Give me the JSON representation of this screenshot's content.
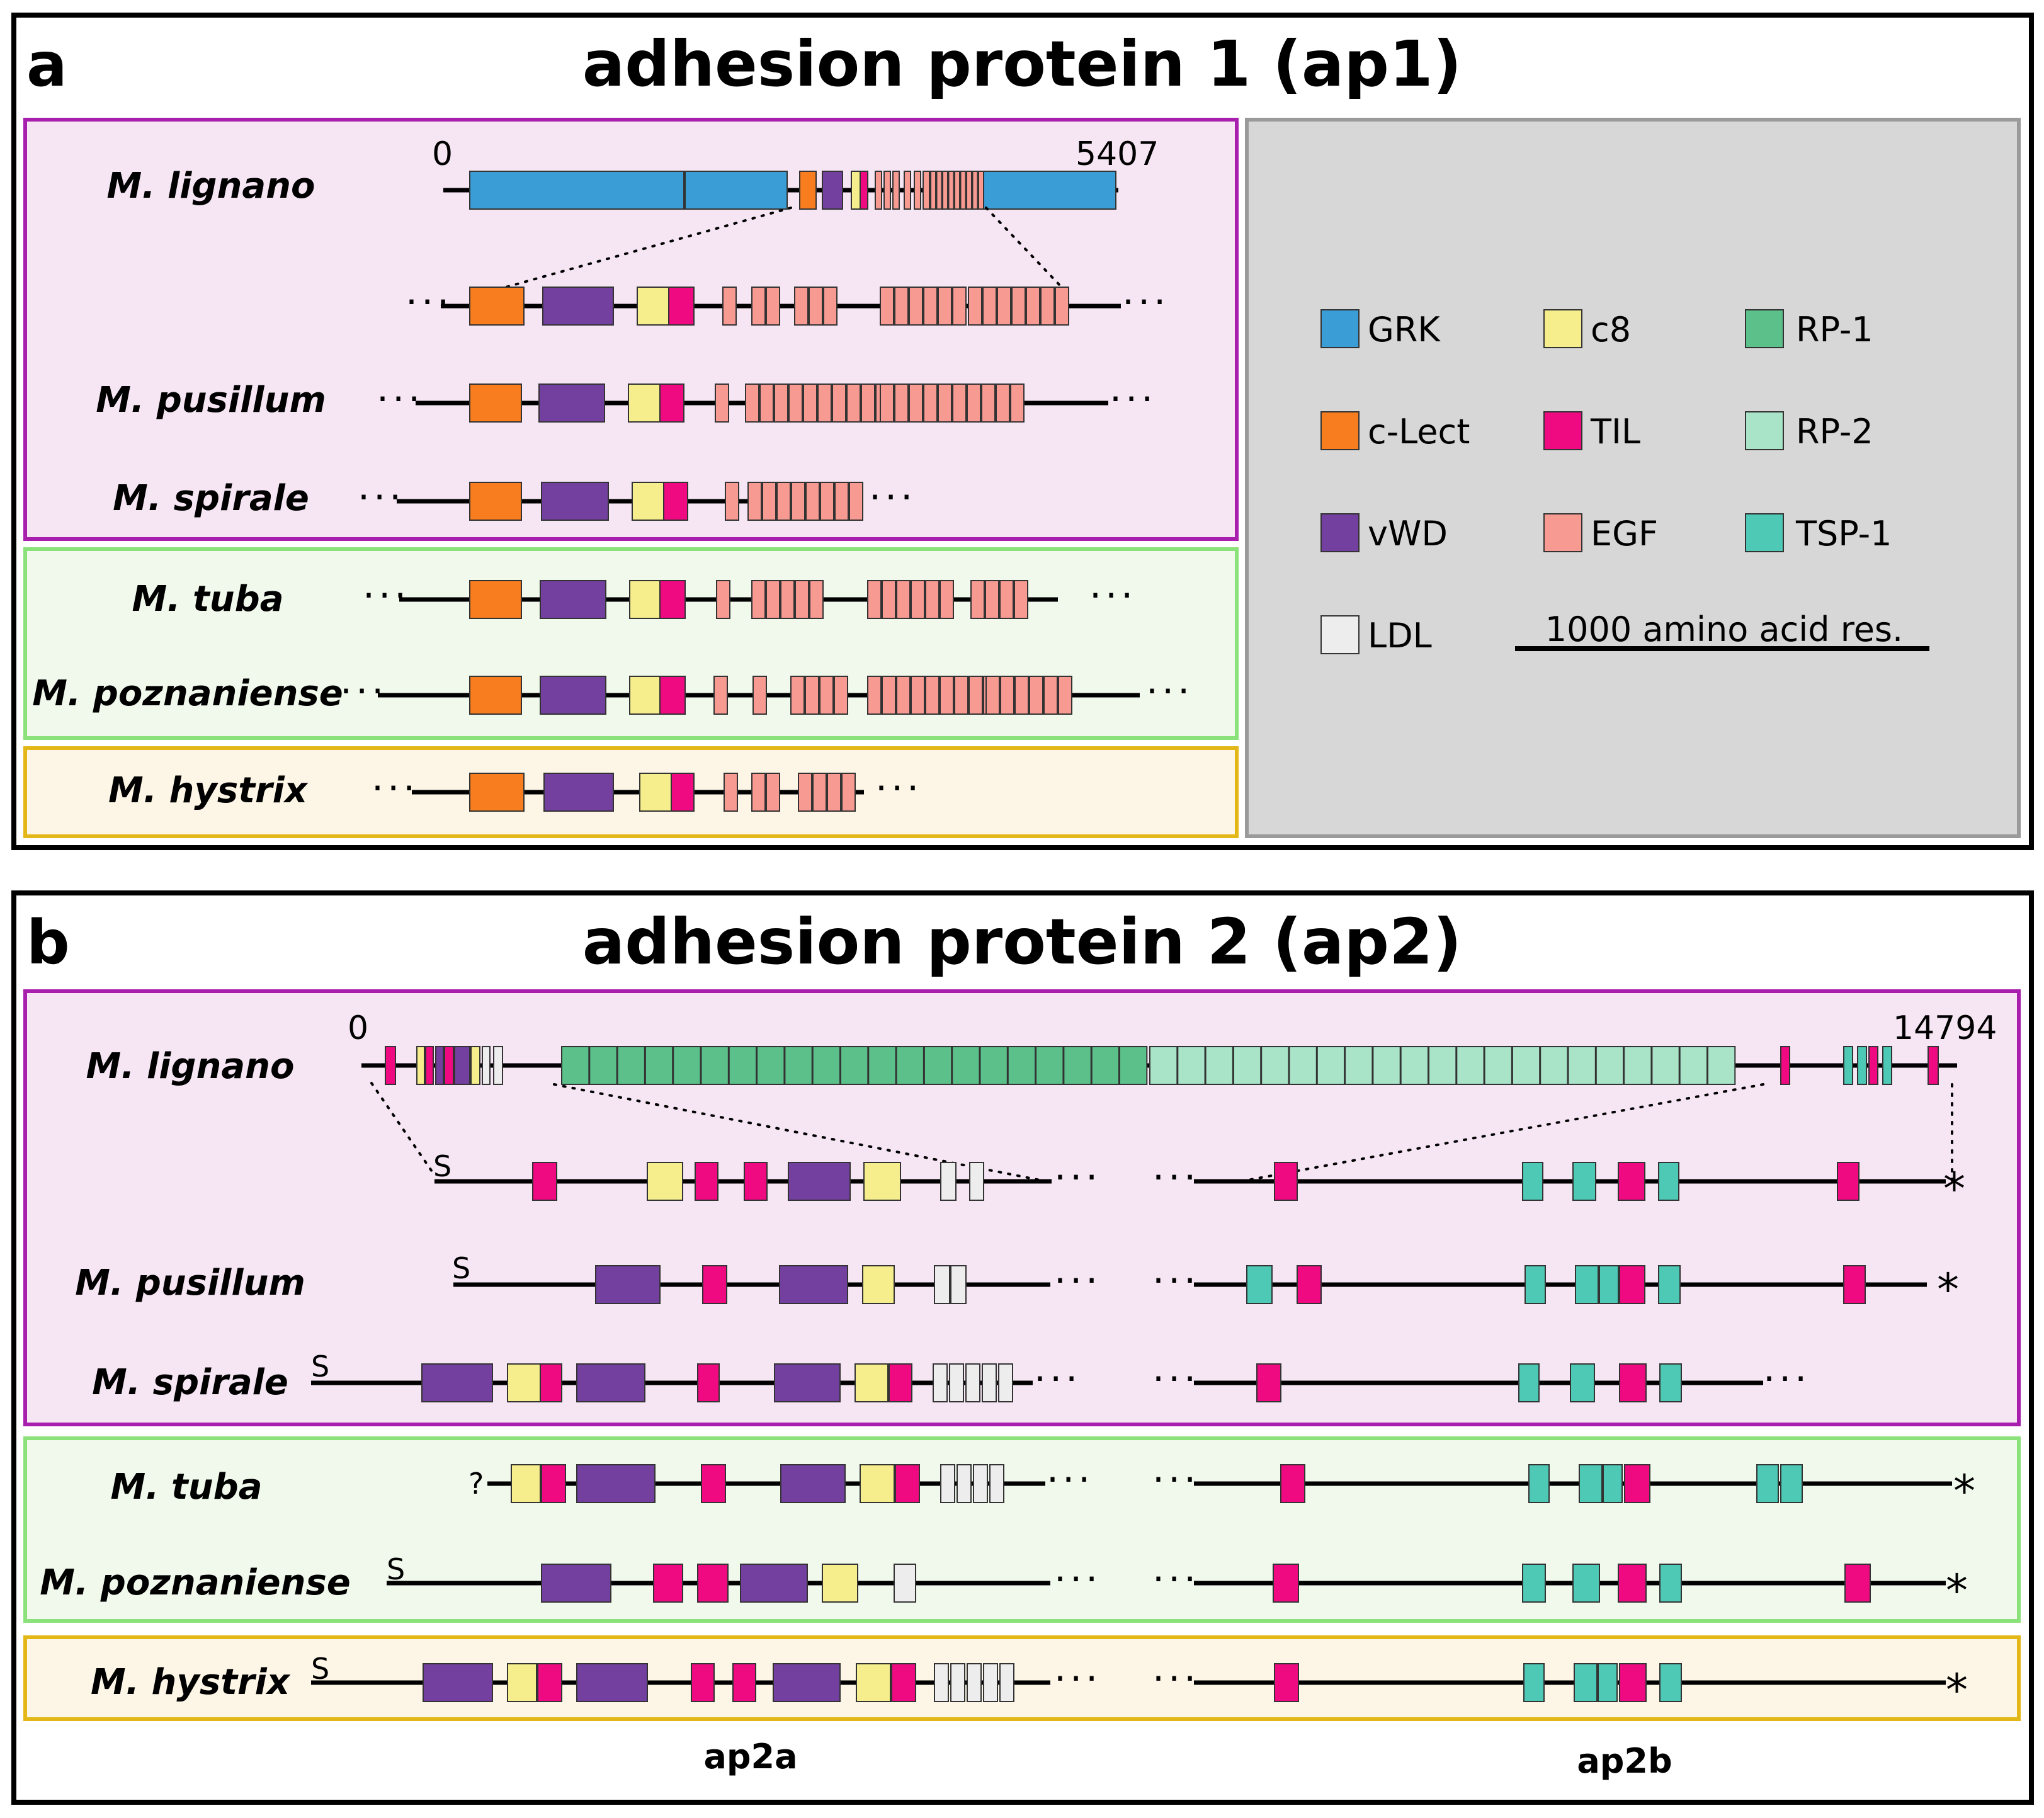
{
  "panel_a": {
    "letter": "a",
    "title": "adhesion protein 1 (ap1)",
    "start_label": "0",
    "end_label": "5407",
    "species": [
      "M. lignano",
      "M. pusillum",
      "M. spirale",
      "M. tuba",
      "M. poznaniense",
      "M. hystrix"
    ]
  },
  "panel_b": {
    "letter": "b",
    "title": "adhesion protein 2 (ap2)",
    "start_label": "0",
    "end_label": "14794",
    "species": [
      "M. lignano",
      "M. pusillum",
      "M. spirale",
      "M. tuba",
      "M. poznaniense",
      "M. hystrix"
    ],
    "signal_label": "S",
    "unknown_label": "?",
    "stop_label": "*",
    "col_labels": [
      "ap2a",
      "ap2b"
    ]
  },
  "legend": {
    "items": [
      {
        "label": "GRK",
        "color": "#3a9dd6"
      },
      {
        "label": "c8",
        "color": "#f6ee8c"
      },
      {
        "label": "RP-1",
        "color": "#5cc08a"
      },
      {
        "label": "c-Lect",
        "color": "#f77d1e"
      },
      {
        "label": "TIL",
        "color": "#ef0a82"
      },
      {
        "label": "RP-2",
        "color": "#a9e3c8"
      },
      {
        "label": "vWD",
        "color": "#7440a0"
      },
      {
        "label": "EGF",
        "color": "#f79a92"
      },
      {
        "label": "TSP-1",
        "color": "#4ec9b6"
      },
      {
        "label": "LDL",
        "color": "#ededed"
      }
    ],
    "scale_label": "1000 amino acid res."
  },
  "colors": {
    "group_pink_bg": "#f6e6f4",
    "group_pink_border": "#a81fae",
    "group_green_bg": "#f1f9ec",
    "group_green_border": "#8ce27a",
    "group_yellow_bg": "#fdf6e6",
    "group_yellow_border": "#e4b718",
    "legend_bg": "#d7d7d7",
    "legend_border": "#9a9a9a"
  }
}
